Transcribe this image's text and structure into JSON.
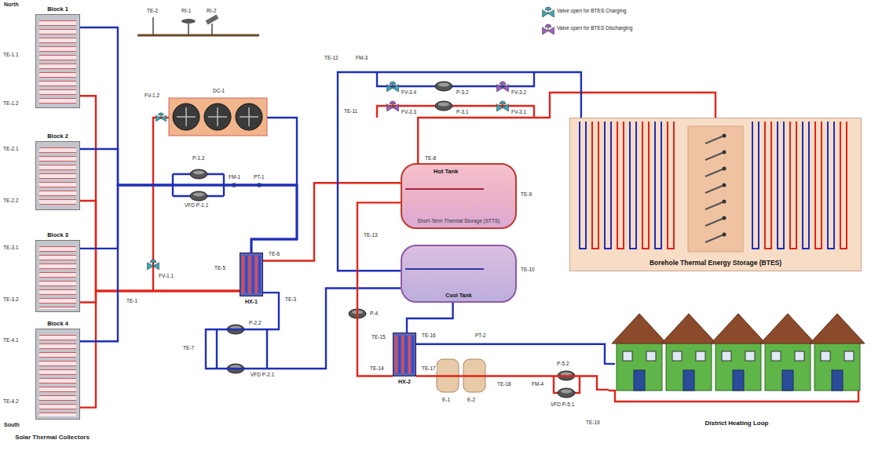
{
  "diagram": {
    "nodes": [
      {
        "text": [
          "Block 1"
        ]
      },
      {
        "text": [
          "Block 2"
        ]
      },
      {
        "text": [
          "Block 3"
        ]
      },
      {
        "text": [
          "Block 4"
        ]
      },
      {
        "text": [
          "HX-1"
        ]
      },
      {
        "text": [
          "Hot Tank",
          "Short-Term Thermal Storage (STTS)"
        ]
      },
      {
        "text": [
          "Cool Tank"
        ]
      },
      {
        "text": [
          "Borehole Thermal Energy Storage (BTES)"
        ]
      },
      {
        "text": [
          "HX-2"
        ]
      },
      {
        "text": [
          "District Heating Loop"
        ]
      }
    ],
    "edges": [
      {
        "from": 0,
        "to": 4,
        "arrow": "none"
      },
      {
        "from": 1,
        "to": 4,
        "arrow": "none"
      },
      {
        "from": 2,
        "to": 4,
        "arrow": "none"
      },
      {
        "from": 3,
        "to": 4,
        "arrow": "none"
      },
      {
        "from": 4,
        "to": 0,
        "arrow": "none"
      },
      {
        "from": 4,
        "to": 1,
        "arrow": "none"
      },
      {
        "from": 4,
        "to": 2,
        "arrow": "none"
      },
      {
        "from": 4,
        "to": 3,
        "arrow": "none"
      },
      {
        "from": 4,
        "to": 5,
        "arrow": "none"
      },
      {
        "from": 6,
        "to": 4,
        "arrow": "none"
      },
      {
        "from": 5,
        "to": 7,
        "arrow": "none"
      },
      {
        "from": 7,
        "to": 6,
        "arrow": "none"
      },
      {
        "from": 5,
        "to": 8,
        "arrow": "none"
      },
      {
        "from": 8,
        "to": 9,
        "arrow": "none"
      },
      {
        "from": 9,
        "to": 8,
        "arrow": "none"
      },
      {
        "from": 8,
        "to": 6,
        "arrow": "none"
      }
    ],
    "labels": [
      "North",
      "South",
      "Solar Thermal Collectors",
      "TE-2",
      "RI-1",
      "RI-2",
      "TE-1.1",
      "TE-1.2",
      "TE-2.1",
      "TE-2.2",
      "TE-3.1",
      "TE-3.2",
      "TE-4.1",
      "TE-4.2",
      "FV-1.2",
      "DC-1",
      "P-1.2",
      "VFD P-1.1",
      "FM-1",
      "PT-1",
      "FV-1.1",
      "TE-1",
      "TE-5",
      "TE-6",
      "TE-3",
      "P-2.2",
      "VFD P-2.1",
      "TE-7",
      "TE-12",
      "FM-3",
      "FV-3.4",
      "P-3.2",
      "FV-3.2",
      "FV-3.3",
      "P-3.1",
      "FV-3.1",
      "TE-11",
      "TE-8",
      "TE-9",
      "TE-10",
      "TE-13",
      "P-4",
      "TE-15",
      "TE-14",
      "TE-16",
      "TE-17",
      "PT-2",
      "E-1",
      "E-2",
      "TE-18",
      "FM-4",
      "P-5.2",
      "VFD P-5.1",
      "TE-19"
    ],
    "legend": [
      {
        "text": "Valve open for BTES Charging"
      },
      {
        "text": "Valve open for BTES Discharging"
      }
    ]
  }
}
